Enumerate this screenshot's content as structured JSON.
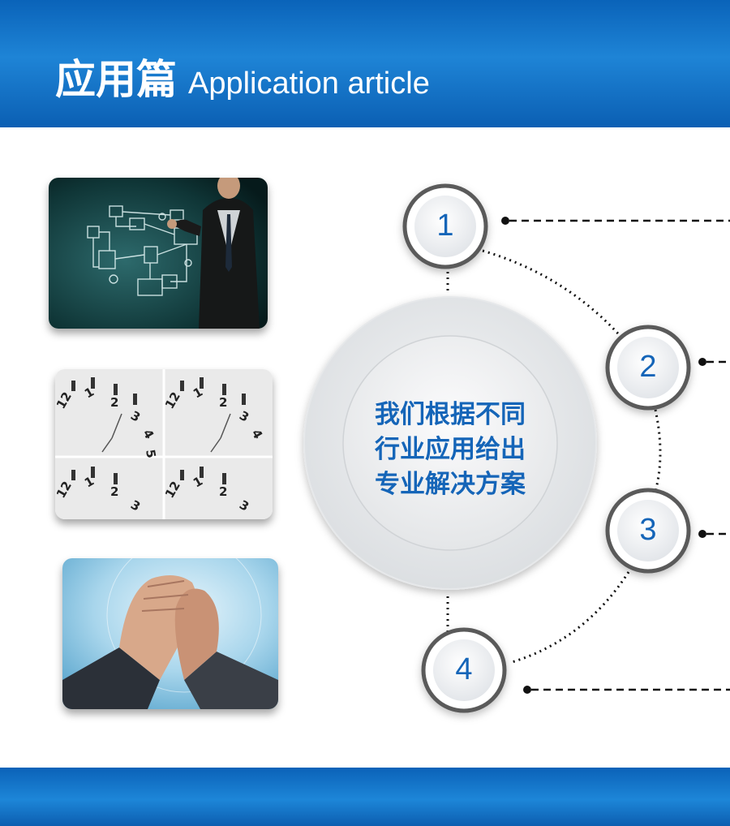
{
  "header": {
    "title_cn": "应用篇",
    "title_en": "Application article"
  },
  "center": {
    "lines": [
      "我们根据不同",
      "行业应用给出",
      "专业解决方案"
    ]
  },
  "steps": [
    {
      "label": "1"
    },
    {
      "label": "2"
    },
    {
      "label": "3"
    },
    {
      "label": "4"
    }
  ],
  "photos": [
    "business-network-photo",
    "clock-figures-photo",
    "arm-wrestling-photo"
  ],
  "colors": {
    "primary_blue": "#0a63b9",
    "text_blue": "#1565b8",
    "ring_gray": "#666666"
  }
}
